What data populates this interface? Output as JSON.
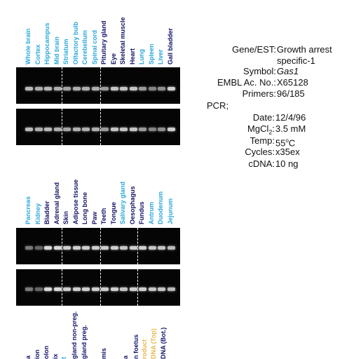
{
  "panels": [
    {
      "lanes": [
        {
          "label": "Whole brain",
          "color": "#2aa8d8",
          "band": 0.85
        },
        {
          "label": "Cortex",
          "color": "#2aa8d8",
          "band": 0.8
        },
        {
          "label": "Hippocampus",
          "color": "#2aa8d8",
          "band": 0.85
        },
        {
          "label": "Mid brain",
          "color": "#2aa8d8",
          "band": 0.8
        },
        {
          "label": "Striatum",
          "color": "#2aa8d8",
          "band": 0.75
        },
        {
          "label": "Olfactory bulb",
          "color": "#2aa8d8",
          "band": 0.8
        },
        {
          "label": "Cerebellum",
          "color": "#2aa8d8",
          "band": 0.8
        },
        {
          "label": "Spinal cord",
          "color": "#2aa8d8",
          "band": 0.8
        },
        {
          "label": "Pituitary gland",
          "color": "#111166",
          "band": 0.7
        },
        {
          "label": "Eye",
          "color": "#111166",
          "band": 0.9
        },
        {
          "label": "Skeletal muscle",
          "color": "#111166",
          "band": 0.9
        },
        {
          "label": "Heart",
          "color": "#111166",
          "band": 0.9
        },
        {
          "label": "Lung",
          "color": "#2aa8d8",
          "band": 0.7
        },
        {
          "label": "Spleen",
          "color": "#2aa8d8",
          "band": 0.6
        },
        {
          "label": "Liver",
          "color": "#2aa8d8",
          "band": 0.65
        },
        {
          "label": "Gall bladder",
          "color": "#111166",
          "band": 0.95
        }
      ]
    },
    {
      "lanes": [
        {
          "label": "Pancreas",
          "color": "#2aa8d8",
          "band": 0.55
        },
        {
          "label": "Kidney",
          "color": "#2aa8d8",
          "band": 0.45
        },
        {
          "label": "Bladder",
          "color": "#111166",
          "band": 1.0
        },
        {
          "label": "Adrenal gland",
          "color": "#111166",
          "band": 1.0
        },
        {
          "label": "Skin",
          "color": "#111166",
          "band": 0.95
        },
        {
          "label": "Adipose tissue",
          "color": "#111166",
          "band": 0.95
        },
        {
          "label": "Long bone",
          "color": "#111166",
          "band": 0.95
        },
        {
          "label": "Paw",
          "color": "#111166",
          "band": 0.95
        },
        {
          "label": "Teeth",
          "color": "#111166",
          "band": 0.95
        },
        {
          "label": "Tongue",
          "color": "#111166",
          "band": 0.95
        },
        {
          "label": "Salivary gland",
          "color": "#2aa8d8",
          "band": 0.9
        },
        {
          "label": "Oesophagus",
          "color": "#111166",
          "band": 0.95
        },
        {
          "label": "Fundus",
          "color": "#111166",
          "band": 0.95
        },
        {
          "label": "Antrum",
          "color": "#2aa8d8",
          "band": 0.9
        },
        {
          "label": "Duodenum",
          "color": "#2aa8d8",
          "band": 0.9
        },
        {
          "label": "Jejunum",
          "color": "#2aa8d8",
          "band": 0.85
        }
      ]
    }
  ],
  "bottom_labels": [
    {
      "label": "a",
      "color": "#111166"
    },
    {
      "label": "ion",
      "color": "#111166"
    },
    {
      "label": "olon",
      "color": "#111166"
    },
    {
      "label": "ix",
      "color": "#111166"
    },
    {
      "label": "t",
      "color": "#2aa8d8"
    },
    {
      "label": "gland non-preg.",
      "color": "#111166"
    },
    {
      "label": "gland preg.",
      "color": "#111166"
    },
    {
      "label": "mis",
      "color": "#111166"
    },
    {
      "label": "a",
      "color": "#111166"
    },
    {
      "label": "n foetus",
      "color": "#111166"
    },
    {
      "label": "roduct",
      "color": "#e8b84a"
    },
    {
      "label": "DNA (Top)",
      "color": "#e8b84a"
    },
    {
      "label": "DNA (Bot.)",
      "color": "#111166"
    }
  ],
  "info": {
    "gene_label": "Gene/EST:",
    "gene_value_1": "Growth arrest",
    "gene_value_2": "specific-1",
    "symbol_label": "Symbol:",
    "symbol_value": "Gas1",
    "embl_label": "EMBL Ac. No.:",
    "embl_value": "X65128",
    "primers_label": "Primers:",
    "primers_value": "96/185",
    "pcr_label": "PCR;",
    "date_label": "Date:",
    "date_value": "12/4/96",
    "mgcl_label_a": "MgCl",
    "mgcl_label_sub": "2",
    "mgcl_label_b": ":",
    "mgcl_value": "3.5 mM",
    "temp_label": "Temp:",
    "temp_value_a": "55",
    "temp_value_sup": "o",
    "temp_value_b": "C",
    "cycles_label": "Cycles:",
    "cycles_value": "x35ex",
    "cdna_label": "cDNA:",
    "cdna_value": "10 ng"
  }
}
